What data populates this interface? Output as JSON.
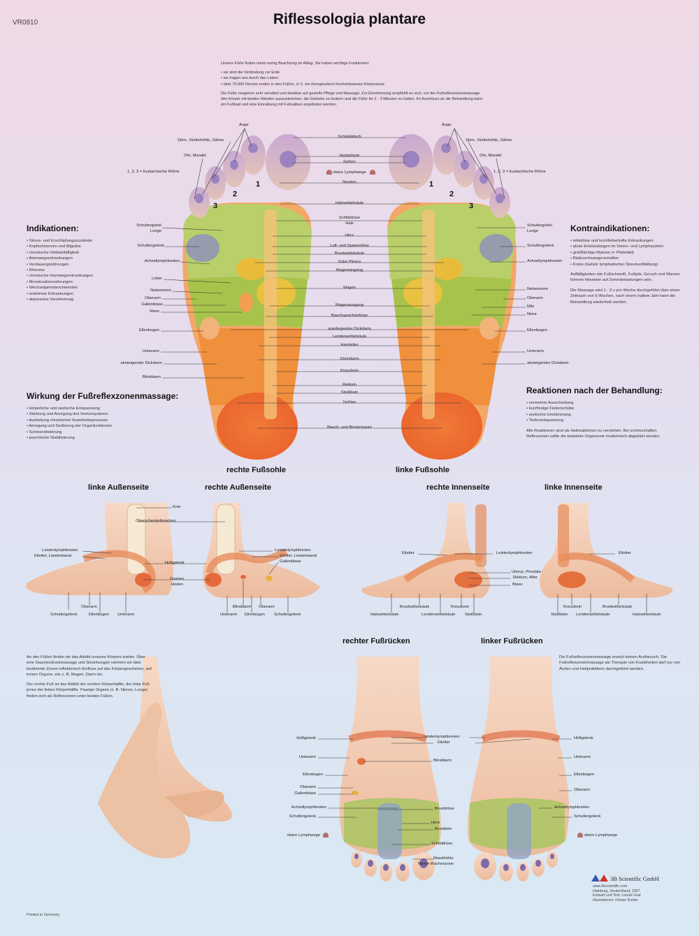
{
  "header": {
    "code": "VR0810",
    "title": "Riflessologia plantare"
  },
  "intro": {
    "p1": "Unsere Füße finden meist wenig Beachtung im Alltag. Sie haben wichtige Funktionen:",
    "bullets": [
      "sie sind die Verbindung zur Erde",
      "sie tragen uns durch das Leben",
      "über 70.000 Nerven enden in den Füßen, d. h. ein therapeutisch hochwirksames Körperareal"
    ],
    "p2": "Die Füße reagieren sehr sensibel und dankbar auf gezielte Pflege und Massage. Zur Einstimmung empfiehlt es sich, vor der Fußreflexzonenmassage den Körper mit beiden Händen auszustreichen, die Gelenke zu lockern und die Füße für 2 - 3 Minuten zu halten. Im Anschluss an die Behandlung kann ein Fußbad und eine Einreibung mit Fußsalben angeboten werden."
  },
  "indikationen": {
    "title": "Indikationen:",
    "items": [
      "Stress- und Erschöpfungszustände",
      "Kopfschmerzen und Migräne",
      "chronische Infektanfälligkeit",
      "Atemwegserkrankungen",
      "Verdauungsstörungen",
      "Rheuma",
      "chronische Harnwegserkrankungen",
      "Menstruationsstörungen",
      "Wechseljahrebeschwerden",
      "endokrine Erkrankungen",
      "depressive Verstimmung"
    ]
  },
  "wirkung": {
    "title": "Wirkung der Fußreflexzonenmassage:",
    "items": [
      "körperliche und seelische Entspannung",
      "Stärkung und Anregung des Immunsystems",
      "Ausheilung chronischer Krankheitsprozesse",
      "Anregung und Sedierung der Organfunktionen",
      "Schmerzlinderung",
      "psychische Stabilisierung"
    ]
  },
  "kontra": {
    "title": "Kontraindikationen:",
    "items": [
      "infektiöse und hochfieberhafte Erkrankungen",
      "akute Entzündungen im Venen- und Lymphsystem",
      "großflächige Mykose (= Pilzbefall)",
      "Risikoschwangerschaften",
      "Krebs (Gefahr lymphatischer Streuherdbildung)"
    ],
    "p1": "Auffälligkeiten wie Fußschweiß, Fußpilz, Geruch und Warzen können Hinweise auf Zonenbelastungen sein.",
    "p2": "Die Massage wird 1 - 2 x pro Woche durchgeführt über einen Zeitraum von 6 Wochen, nach einem halben Jahr kann die Behandlung wiederholt werden."
  },
  "reaktionen": {
    "title": "Reaktionen nach der Behandlung:",
    "items": [
      "vermehrte Ausscheidung",
      "kurzfristige Fieberschübe",
      "seelische Umstimmung",
      "Tiefenentspannung"
    ],
    "p1": "Alle Reaktionen sind als Heilreaktionen zu verstehen. Bei schmerzhaften Reflexzonen sollte die belastete Organzone medizinisch abgeklärt werden."
  },
  "soles": {
    "right_title": "rechte Fußsohle",
    "left_title": "linke Fußsohle",
    "nums": [
      "1",
      "2",
      "3"
    ],
    "top": {
      "auge": "Auge",
      "stirn": "Stirn-, Kieferhöhle, Zähne",
      "ohr": "Ohr, Mandel",
      "eust": "1, 2, 3 = Eustachische Röhre"
    },
    "center": [
      "Schädeldach",
      "Hypophyse",
      "Gehirn",
      "obere Lymphwege",
      "Nacken",
      "Halswirbelsäule",
      "Schilddrüse",
      "Hals",
      "Herz",
      "Luft- und Speiseröhre",
      "Brustwirbelsäule",
      "Solar Plexus",
      "Mageneingang",
      "Magen",
      "Magenausgang",
      "Bauchspeicheldrüse",
      "querliegender Dickdarm",
      "Lendenwirbelsäule",
      "Harnleiter",
      "Dünndarm",
      "Kreuzbein",
      "Rektum",
      "Steißbein",
      "Ischias",
      "Bauch- und Beckenraum"
    ],
    "left_side": [
      "Schultergürtel",
      "Lunge",
      "Schultergelenk",
      "Achsellymphknoten",
      "Leber",
      "Nebenniere",
      "Oberarm",
      "Gallenblase",
      "Niere",
      "Ellenbogen",
      "Unterarm",
      "absteigender Dickdarm",
      "Blinddarm"
    ],
    "right_side": [
      "Schultergürtel",
      "Lunge",
      "Schultergelenk",
      "Achsellymphknoten",
      "Nebenniere",
      "Oberarm",
      "Milz",
      "Niere",
      "Ellenbogen",
      "Unterarm",
      "absteigender Dickdarm"
    ]
  },
  "side_views": {
    "titles": [
      "linke Außenseite",
      "rechte Außenseite",
      "rechte Innenseite",
      "linke Innenseite"
    ],
    "outer_center": [
      "Knie",
      "Oberschenkelknochen",
      "Hüftgelenk",
      "Ovarien",
      "Hoden"
    ],
    "outer_left": [
      "Leistenlymphknoten",
      "Eileiter, Leistenkanal"
    ],
    "outer_bottom_left": [
      "Schultergelenk",
      "Oberarm",
      "Ellenbogen",
      "Unterarm"
    ],
    "outer_right": [
      "Leistenlymphknoten",
      "Eileiter, Leistenkanal",
      "Gallenblase"
    ],
    "outer_bottom_right": [
      "Unterarm",
      "Blinddarm",
      "Oberarm",
      "Ellenbogen",
      "Schultergelenk"
    ],
    "inner_center": [
      "Eileiter",
      "Leistenlymphknoten",
      "Uterus, Prostata",
      "Rektum, After",
      "Blase",
      "Eileiter"
    ],
    "inner_bottom_right": [
      "Halswirbelsäule",
      "Brustwirbelsäule",
      "Lendenwirbelsäule",
      "Kreuzbein",
      "Steißbein"
    ],
    "inner_bottom_left": [
      "Steißbein",
      "Kreuzbein",
      "Lendenwirbelsäule",
      "Brustwirbelsäule",
      "Halswirbelsäule"
    ]
  },
  "massage_text": {
    "p1": "An den Füßen finden wir das Abbild unseres Körpers wieder. Über eine Daumendruckmassage und Streichungen nehmen wir über bestimmte Zonen reflektorisch Einfluss auf das Körpergeschehen, auf innere Organe, wie z. B. Magen, Darm etc.",
    "p2": "Der rechte Fuß ist das Abbild der rechten Körperhälfte, der linke Fuß jenes der linken Körperhälfte. Paarige Organe (z. B. Nieren, Lunge) finden sich als Reflexzonen unter beiden Füßen."
  },
  "arzt_text": "Die Fußreflexzonenmassage ersetzt keinen Arztbesuch. Die Fußreflexzonenmassage als Therapie von Krankheiten darf nur von Ärzten und Heilpraktikern durchgeführt werden.",
  "dorsal": {
    "right_title": "rechter Fußrücken",
    "left_title": "linker Fußrücken",
    "left_labels": [
      "Hüftgelenk",
      "Unterarm",
      "Ellenbogen",
      "Oberarm",
      "Gallenblase",
      "Achsellymphknoten",
      "Schultergelenk",
      "obere Lymphwege"
    ],
    "center_labels": [
      "Leistenlymphknoten",
      "Eileiter",
      "Blinddarm",
      "Brustdrüse",
      "Herz",
      "Brustbein",
      "Schilddrüse",
      "Mundhöhle",
      "Nasen-Rachenzone"
    ],
    "right_labels": [
      "Hüftgelenk",
      "Unterarm",
      "Ellenbogen",
      "Oberarm",
      "Achsellymphknoten",
      "Schultergelenk",
      "obere Lymphwege"
    ]
  },
  "footer": {
    "printed": "Printed in Germany",
    "company": "3B Scientific GmbH",
    "credits": [
      "www.3bscientific.com",
      "Hamburg, Deutschland, 2007",
      "Entwurf und Text: Leonie Graf",
      "Illustrationen: Florian Kreber"
    ]
  }
}
